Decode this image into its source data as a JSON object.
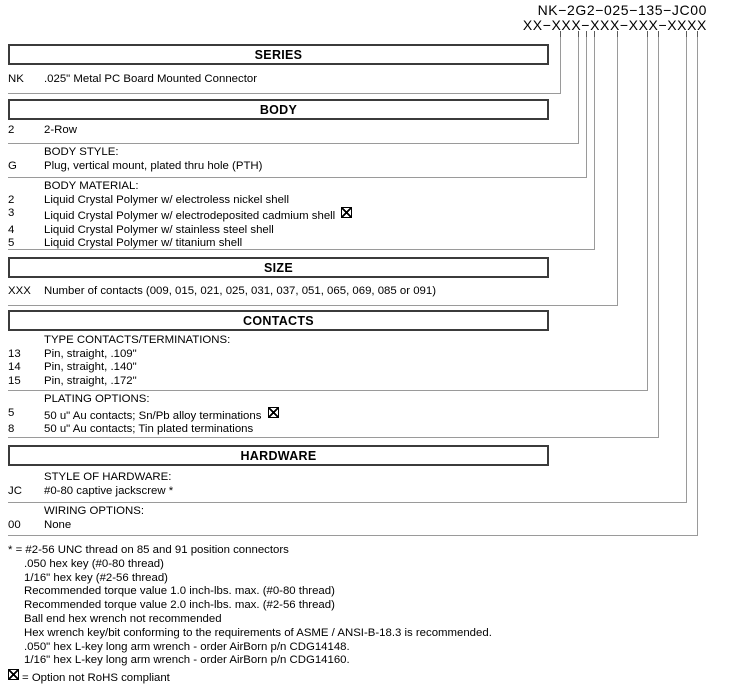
{
  "part_number": {
    "example": "NK−2G2−025−135−JC00",
    "mask": "XX−XXX−XXX−XXX−XXXX"
  },
  "sections": [
    {
      "title": "SERIES",
      "groups": [
        {
          "subtitle": "",
          "options": [
            {
              "code": "NK",
              "label": ".025\" Metal PC Board Mounted Connector",
              "rohs_exempt": false
            }
          ]
        }
      ]
    },
    {
      "title": "BODY",
      "groups": [
        {
          "subtitle": "",
          "options": [
            {
              "code": "2",
              "label": "2-Row",
              "rohs_exempt": false
            }
          ]
        },
        {
          "subtitle": "BODY STYLE:",
          "options": [
            {
              "code": "G",
              "label": "Plug, vertical mount, plated thru hole (PTH)",
              "rohs_exempt": false
            }
          ]
        },
        {
          "subtitle": "BODY MATERIAL:",
          "options": [
            {
              "code": "2",
              "label": "Liquid Crystal Polymer w/ electroless nickel shell",
              "rohs_exempt": false
            },
            {
              "code": "3",
              "label": "Liquid Crystal Polymer w/ electrodeposited cadmium shell",
              "rohs_exempt": true
            },
            {
              "code": "4",
              "label": "Liquid Crystal Polymer w/ stainless steel shell",
              "rohs_exempt": false
            },
            {
              "code": "5",
              "label": "Liquid Crystal Polymer w/ titanium shell",
              "rohs_exempt": false
            }
          ]
        }
      ]
    },
    {
      "title": "SIZE",
      "groups": [
        {
          "subtitle": "",
          "options": [
            {
              "code": "XXX",
              "label": "Number of contacts (009, 015, 021, 025, 031, 037, 051, 065, 069, 085 or 091)",
              "rohs_exempt": false
            }
          ]
        }
      ]
    },
    {
      "title": "CONTACTS",
      "groups": [
        {
          "subtitle": "TYPE CONTACTS/TERMINATIONS:",
          "options": [
            {
              "code": "13",
              "label": "Pin, straight, .109\"",
              "rohs_exempt": false
            },
            {
              "code": "14",
              "label": "Pin, straight, .140\"",
              "rohs_exempt": false
            },
            {
              "code": "15",
              "label": "Pin, straight, .172\"",
              "rohs_exempt": false
            }
          ]
        },
        {
          "subtitle": "PLATING OPTIONS:",
          "options": [
            {
              "code": "5",
              "label": "50 u\" Au contacts; Sn/Pb alloy terminations",
              "rohs_exempt": true
            },
            {
              "code": "8",
              "label": "50 u\" Au contacts; Tin plated terminations",
              "rohs_exempt": false
            }
          ]
        }
      ]
    },
    {
      "title": "HARDWARE",
      "groups": [
        {
          "subtitle": "STYLE OF HARDWARE:",
          "options": [
            {
              "code": "JC",
              "label": "#0-80 captive jackscrew *",
              "rohs_exempt": false
            }
          ]
        },
        {
          "subtitle": "WIRING OPTIONS:",
          "options": [
            {
              "code": "00",
              "label": "None",
              "rohs_exempt": false
            }
          ]
        }
      ]
    }
  ],
  "footnotes": [
    "* = #2-56 UNC thread on 85 and 91 position connectors",
    ".050 hex key (#0-80 thread)",
    "1/16\" hex key (#2-56 thread)",
    "Recommended torque value 1.0 inch-lbs. max. (#0-80 thread)",
    "Recommended torque value 2.0 inch-lbs. max. (#2-56 thread)",
    "Ball end hex wrench not recommended",
    "Hex wrench key/bit conforming to the requirements of ASME / ANSI-B-18.3 is recommended.",
    ".050\" hex L-key long arm wrench - order AirBorn p/n CDG14148.",
    "1/16\" hex L-key long arm wrench - order AirBorn p/n CDG14160."
  ],
  "rohs_legend": "= Option not RoHS compliant",
  "colors": {
    "box_border": "#3b3b3b",
    "leader_line": "#9a9a9a",
    "text": "#000000"
  }
}
